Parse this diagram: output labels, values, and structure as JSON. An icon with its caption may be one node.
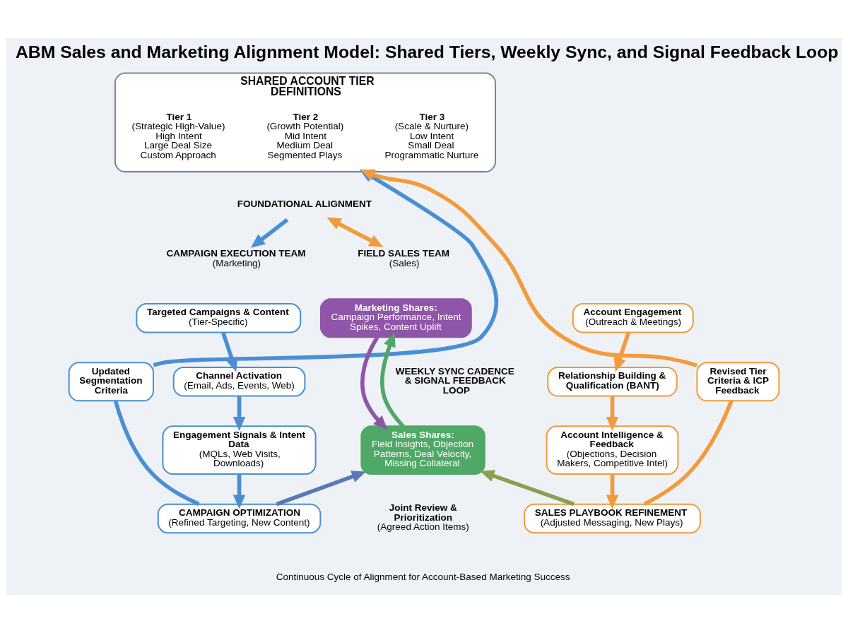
{
  "diagram": {
    "title": "ABM Sales and Marketing Alignment Model: Shared Tiers, Weekly Sync, and Signal Feedback Loop",
    "caption": "Continuous Cycle of Alignment for Account-Based Marketing Success",
    "nodes": [
      {
        "text": [
          "SHARED ACCOUNT TIER DEFINITIONS"
        ]
      },
      {
        "text": [
          "Tier 1",
          "(Strategic High-Value)",
          "High Intent",
          "Large Deal Size",
          "Custom Approach"
        ],
        "in": 0
      },
      {
        "text": [
          "Tier 2",
          "(Growth Potential)",
          "Mid Intent",
          "Medium Deal",
          "Segmented Plays"
        ],
        "in": 0
      },
      {
        "text": [
          "Tier 3",
          "(Scale & Nurture)",
          "Low Intent",
          "Small Deal",
          "Programmatic Nurture"
        ],
        "in": 0
      },
      {
        "text": [
          "FOUNDATIONAL ALIGNMENT"
        ]
      },
      {
        "text": [
          "CAMPAIGN EXECUTION TEAM",
          "(Marketing)"
        ]
      },
      {
        "text": [
          "Targeted Campaigns & Content",
          "(Tier-Specific)"
        ]
      },
      {
        "text": [
          "Channel Activation",
          "(Email, Ads, Events, Web)"
        ]
      },
      {
        "text": [
          "Engagement Signals & Intent Data",
          "(MQLs, Web Visits, Downloads)"
        ]
      },
      {
        "text": [
          "CAMPAIGN OPTIMIZATION",
          "(Refined Targeting, New Content)"
        ]
      },
      {
        "text": [
          "Updated Segmentation Criteria"
        ]
      },
      {
        "text": [
          "FIELD SALES TEAM",
          "(Sales)"
        ]
      },
      {
        "text": [
          "Account Engagement",
          "(Outreach & Meetings)"
        ]
      },
      {
        "text": [
          "Relationship Building & Qualification (BANT)"
        ]
      },
      {
        "text": [
          "Account Intelligence & Feedback",
          "(Objections, Decision Makers, Competitive Intel)"
        ]
      },
      {
        "text": [
          "SALES PLAYBOOK REFINEMENT",
          "(Adjusted Messaging, New Plays)"
        ]
      },
      {
        "text": [
          "Revised Tier Criteria & ICP Feedback"
        ]
      },
      {
        "text": [
          "WEEKLY SYNC CADENCE & SIGNAL FEEDBACK LOOP"
        ]
      },
      {
        "text": [
          "Marketing Shares:",
          "Campaign Performance, Intent Spikes, Content Uplift"
        ]
      },
      {
        "text": [
          "Sales Shares:",
          "Field Insights, Objection Patterns, Deal Velocity, Missing Collateral"
        ],
        "beside": [
          "Joint Review & Prioritization",
          "(Agreed Action Items)"
        ]
      }
    ],
    "edges": [
      {
        "from": 4,
        "to": 5,
        "arrow": "to",
        "color": "#4a8fd4"
      },
      {
        "from": 4,
        "to": 11,
        "arrow": "both",
        "color": "#f39a3c"
      },
      {
        "from": 6,
        "to": 7,
        "arrow": "to",
        "color": "#4a8fd4"
      },
      {
        "from": 7,
        "to": 8,
        "arrow": "to",
        "color": "#4a8fd4"
      },
      {
        "from": 8,
        "to": 9,
        "arrow": "to",
        "color": "#4a8fd4"
      },
      {
        "from": 9,
        "to": 10,
        "arrow": "none",
        "color": "#4a8fd4"
      },
      {
        "from": 10,
        "to": 0,
        "arrow": "to",
        "color": "#4a8fd4"
      },
      {
        "from": 12,
        "to": 13,
        "arrow": "to",
        "color": "#f39a3c"
      },
      {
        "from": 13,
        "to": 14,
        "arrow": "to",
        "color": "#f39a3c"
      },
      {
        "from": 14,
        "to": 15,
        "arrow": "to",
        "color": "#f39a3c"
      },
      {
        "from": 15,
        "to": 16,
        "arrow": "none",
        "color": "#f39a3c"
      },
      {
        "from": 16,
        "to": 0,
        "arrow": "to",
        "color": "#f39a3c"
      },
      {
        "from": 18,
        "to": 19,
        "arrow": "to",
        "color": "#8e55a8"
      },
      {
        "from": 19,
        "to": 18,
        "arrow": "to",
        "color": "#4fa866"
      },
      {
        "from": 9,
        "to": 19,
        "arrow": "to",
        "color": "#5a78b8"
      },
      {
        "from": 15,
        "to": 19,
        "arrow": "to",
        "color": "#8aa050"
      }
    ]
  }
}
